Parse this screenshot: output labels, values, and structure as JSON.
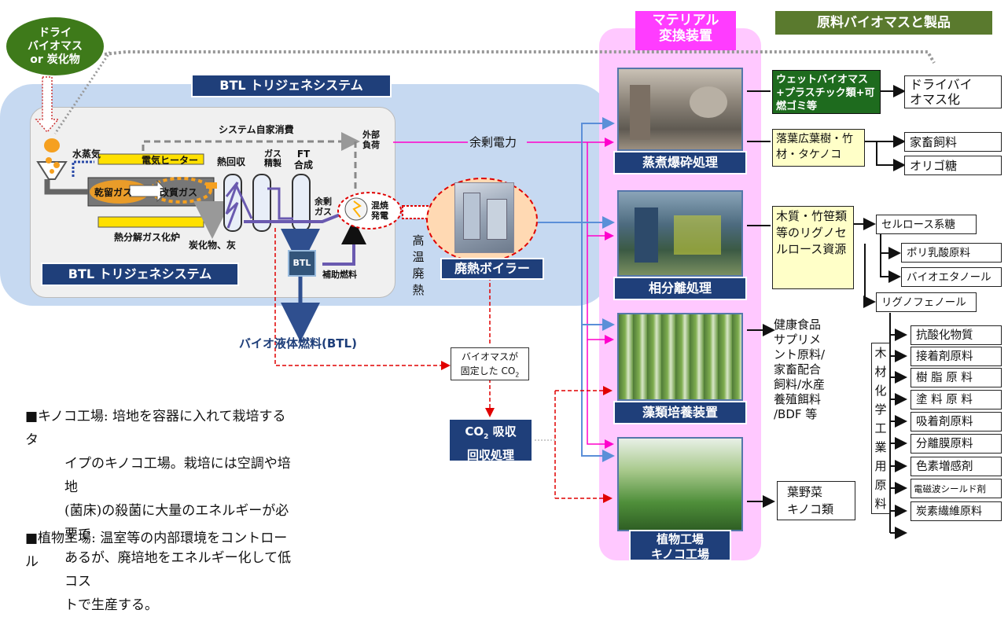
{
  "dry_biomass_bubble": [
    "ドライ",
    "バイオマス",
    "or 炭化物"
  ],
  "btl": {
    "system_title": "BTL トリジェネシステム",
    "system_subtitle": "BTL トリジェネシステム",
    "self_consumption": "システム自家消費",
    "steam": "水蒸気",
    "heater": "電気ヒーター",
    "heat_recovery": "熱回収",
    "gas_refine": [
      "ガス",
      "精製"
    ],
    "ft_synthesis": [
      "FT",
      "合成"
    ],
    "external_load": [
      "外部",
      "負荷"
    ],
    "dry_gas": "乾留ガス",
    "reformed_gas": "改質ガス",
    "surplus_gas": [
      "余剰",
      "ガス"
    ],
    "co_firing": [
      "混焼",
      "発電"
    ],
    "pyrolysis": "熱分解ガス化炉",
    "char_ash": "炭化物、灰",
    "btl_tank": "BTL",
    "aux_fuel": "補助燃料",
    "surplus_power": "余剰電力",
    "high_temp_waste_heat": [
      "高",
      "温",
      "廃",
      "熱"
    ],
    "waste_heat_boiler": "廃熱ボイラー",
    "bio_liquid_fuel": "バイオ液体燃料(BTL)",
    "co2_fixed": [
      "バイオマスが",
      "固定した CO",
      "2"
    ],
    "co2_absorb": [
      "CO",
      "2",
      " 吸収",
      "回収処理"
    ]
  },
  "material": {
    "title": [
      "マテリアル",
      "変換装置"
    ],
    "units": [
      {
        "label": "蒸煮爆砕処理"
      },
      {
        "label": "相分離処理"
      },
      {
        "label": "藻類培養装置"
      },
      {
        "label": [
          "植物工場",
          "キノコ工場"
        ]
      }
    ]
  },
  "products": {
    "title": "原料バイオマスと製品",
    "wet_biomass": "ウェットバイオマス+プラスチック類+可燃ゴミ等",
    "dry_conversion": [
      "ドライバイ",
      "オマス化"
    ],
    "hardwood": "落葉広葉樹・竹材・タケノコ",
    "livestock_feed": "家畜飼料",
    "oligosaccharide": "オリゴ糖",
    "lignocellulose": "木質・竹笹類等のリグノセルロース資源",
    "cellulose_sugar": "セルロース系糖",
    "pla_material": "ポリ乳酸原料",
    "bioethanol": "バイオエタノール",
    "lignophenol": "リグノフェノール",
    "health_food": [
      "健康食品",
      "サプリメ",
      "ント原料/",
      "家畜配合",
      "飼料/水産",
      "養殖餌料",
      "/BDF 等"
    ],
    "vegetables": [
      "葉野菜",
      "キノコ類"
    ],
    "wood_chem_label": [
      "木",
      "材",
      "化",
      "学",
      "工",
      "業",
      "用",
      "原",
      "料"
    ],
    "wood_chem_items": [
      "抗酸化物質",
      "接着剤原料",
      "樹 脂 原 料",
      "塗 料 原 料",
      "吸着剤原料",
      "分離膜原料",
      "色素増感剤",
      "電磁波シールド剤",
      "炭素繊維原料"
    ]
  },
  "notes": [
    {
      "head": "■キノコ工場",
      "lines": [
        ": 培地を容器に入れて栽培するタ",
        "イプのキノコ工場。栽培には空調や培地",
        "(菌床)の殺菌に大量のエネルギーが必要で",
        "あるが、廃培地をエネルギー化して低コス",
        "トで生産する。"
      ]
    },
    {
      "head": "■植物工場",
      "lines": [
        ": 温室等の内部環境をコントロール"
      ]
    }
  ]
}
